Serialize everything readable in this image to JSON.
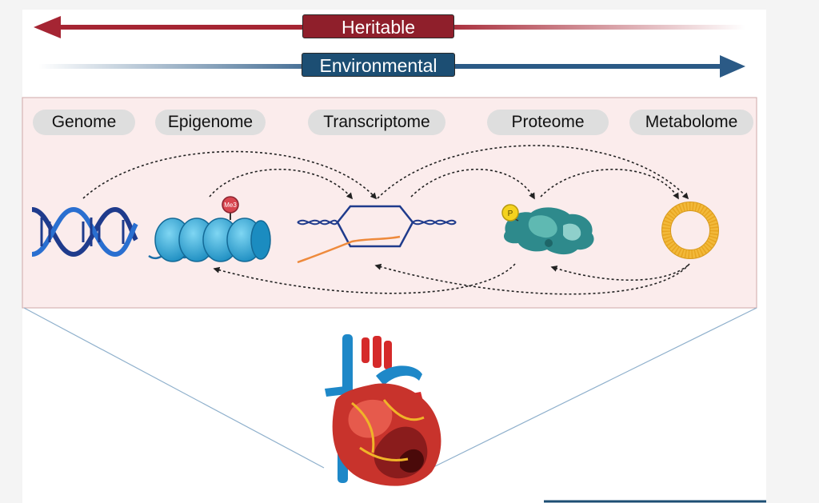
{
  "banners": {
    "heritable": "Heritable",
    "environmental": "Environmental"
  },
  "omics": [
    {
      "label": "Genome"
    },
    {
      "label": "Epigenome"
    },
    {
      "label": "Transcriptome"
    },
    {
      "label": "Proteome"
    },
    {
      "label": "Metabolome"
    }
  ],
  "markers": {
    "methyl": "Me3",
    "phospho": "P"
  },
  "colors": {
    "heritable": "#8f1f2b",
    "environmental": "#1c4e73",
    "box_fill": "#fbecec",
    "dna": "#1f3b8c",
    "nucleosome": "#2aa6d6",
    "rna": "#ee8a3c",
    "protein": "#2e8a8c",
    "metabolite": "#f2b93a"
  },
  "icons": [
    "dna-icon",
    "nucleosome-icon",
    "transcription-bubble-icon",
    "protein-icon",
    "metabolite-ring-icon",
    "heart-icon"
  ]
}
